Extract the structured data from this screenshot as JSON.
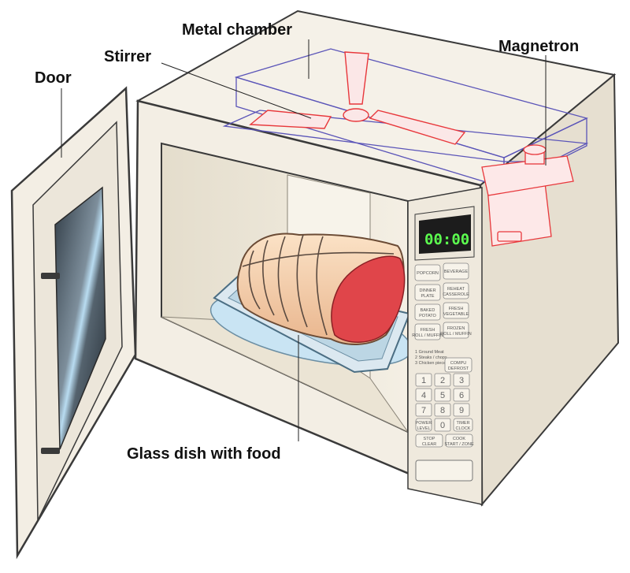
{
  "labels": {
    "door": "Door",
    "stirrer": "Stirrer",
    "metal_chamber": "Metal chamber",
    "magnetron": "Magnetron",
    "glass_dish": "Glass dish with food"
  },
  "control_panel": {
    "display_time": "00:00",
    "buttons": [
      {
        "line1": "POPCORN",
        "line2": ""
      },
      {
        "line1": "BEVERAGE",
        "line2": ""
      },
      {
        "line1": "DINNER",
        "line2": "PLATE"
      },
      {
        "line1": "REHEAT",
        "line2": "CASSEROLE"
      },
      {
        "line1": "BAKED",
        "line2": "POTATO"
      },
      {
        "line1": "FRESH",
        "line2": "VEGETABLE"
      },
      {
        "line1": "FRESH",
        "line2": "ROLL / MUFFIN"
      },
      {
        "line1": "FROZEN",
        "line2": "ROLL / MUFFIN"
      }
    ],
    "defrost_options": [
      "1 Ground Meat",
      "2 Steaks / chops",
      "3 Chicken pieces"
    ],
    "defrost_button": {
      "line1": "COMPU",
      "line2": "DEFROST"
    },
    "keypad": [
      "1",
      "2",
      "3",
      "4",
      "5",
      "6",
      "7",
      "8",
      "9"
    ],
    "power_level": {
      "line1": "POWER",
      "line2": "LEVEL"
    },
    "zero": "0",
    "timer_clock": {
      "line1": "TIMER",
      "line2": "CLOCK"
    },
    "stop_clear": {
      "line1": "STOP",
      "line2": "CLEAR"
    },
    "cook_start": {
      "line1": "COOK",
      "line2": "START / ZONE"
    }
  },
  "colors": {
    "microwave_body": "#f2ede3",
    "cavity_wall": "#efe9dc",
    "component_outline": "#e8373b",
    "chamber_outline": "#5a54b8",
    "meat": "#f2c9a4",
    "meat_red": "#e0454a",
    "dish": "#b9dcef",
    "display": "#1c1c1c",
    "display_digits": "#5cff4f",
    "leader_line": "#222222"
  }
}
